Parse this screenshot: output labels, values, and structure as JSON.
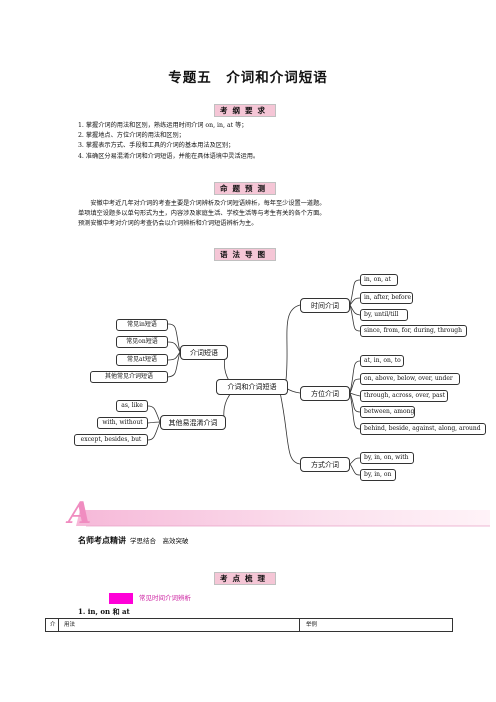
{
  "page": {
    "title": "专题五　介词和介词短语"
  },
  "sections": {
    "kaogang": "考纲要求",
    "mingti": "命题预测",
    "yufa": "语法导图",
    "kaodian": "考点梳理"
  },
  "kaogang_items": [
    "1. 掌握介词的用法和区别，熟练运用时间介词 on, in, at 等；",
    "2. 掌握地点、方位介词的用法和区别；",
    "3. 掌握表示方式、手段和工具的介词的基本用法及区别；",
    "4. 准确区分易混淆介词和介词短语，并能在具体语境中灵活运用。"
  ],
  "mingti_lines": [
    "　　安徽中考近几年对介词的考查主要是介词辨析及介词短语辨析，每年至少设置一道题。",
    "单项填空设题多以单句形式为主，内容涉及家庭生活、学校生活等与考生有关的各个方面。",
    "预测安徽中考对介词的考查仍会以介词辨析和介词短语辨析为主。"
  ],
  "mindmap": {
    "center": "介词和介词短语",
    "left_top": {
      "label": "介词短语",
      "children": [
        "常见in短语",
        "常见on短语",
        "常见at短语",
        "其他常见介词短语"
      ]
    },
    "left_bottom": {
      "label": "其他易混淆介词",
      "children": [
        "as, like",
        "with, without",
        "except, besides, but"
      ]
    },
    "right_time": {
      "label": "时间介词",
      "children": [
        "in, on, at",
        "in, after, before",
        "by, until/till",
        "since, from, for, during, through"
      ]
    },
    "right_place": {
      "label": "方位介词",
      "children": [
        "at, in, on, to",
        "on, above, below, over, under",
        "through, across, over, past",
        "between, among",
        "behind, beside, against, along, around"
      ]
    },
    "right_manner": {
      "label": "方式介词",
      "children": [
        "by, in, on, with",
        "by, in, on"
      ]
    }
  },
  "banner": {
    "letter": "A",
    "color": "#f08cc0"
  },
  "mingshi": {
    "title": "名师考点精讲",
    "subtitle": "学思结合　高效突破"
  },
  "kaodian": {
    "tag": "常见时间介词辨析",
    "sub1": "1. in, on 和 at",
    "table_headers": [
      "介",
      "用法",
      "举例"
    ]
  },
  "colors": {
    "section_bg": "#f5c6d6",
    "highlight": "#ff00d8"
  }
}
